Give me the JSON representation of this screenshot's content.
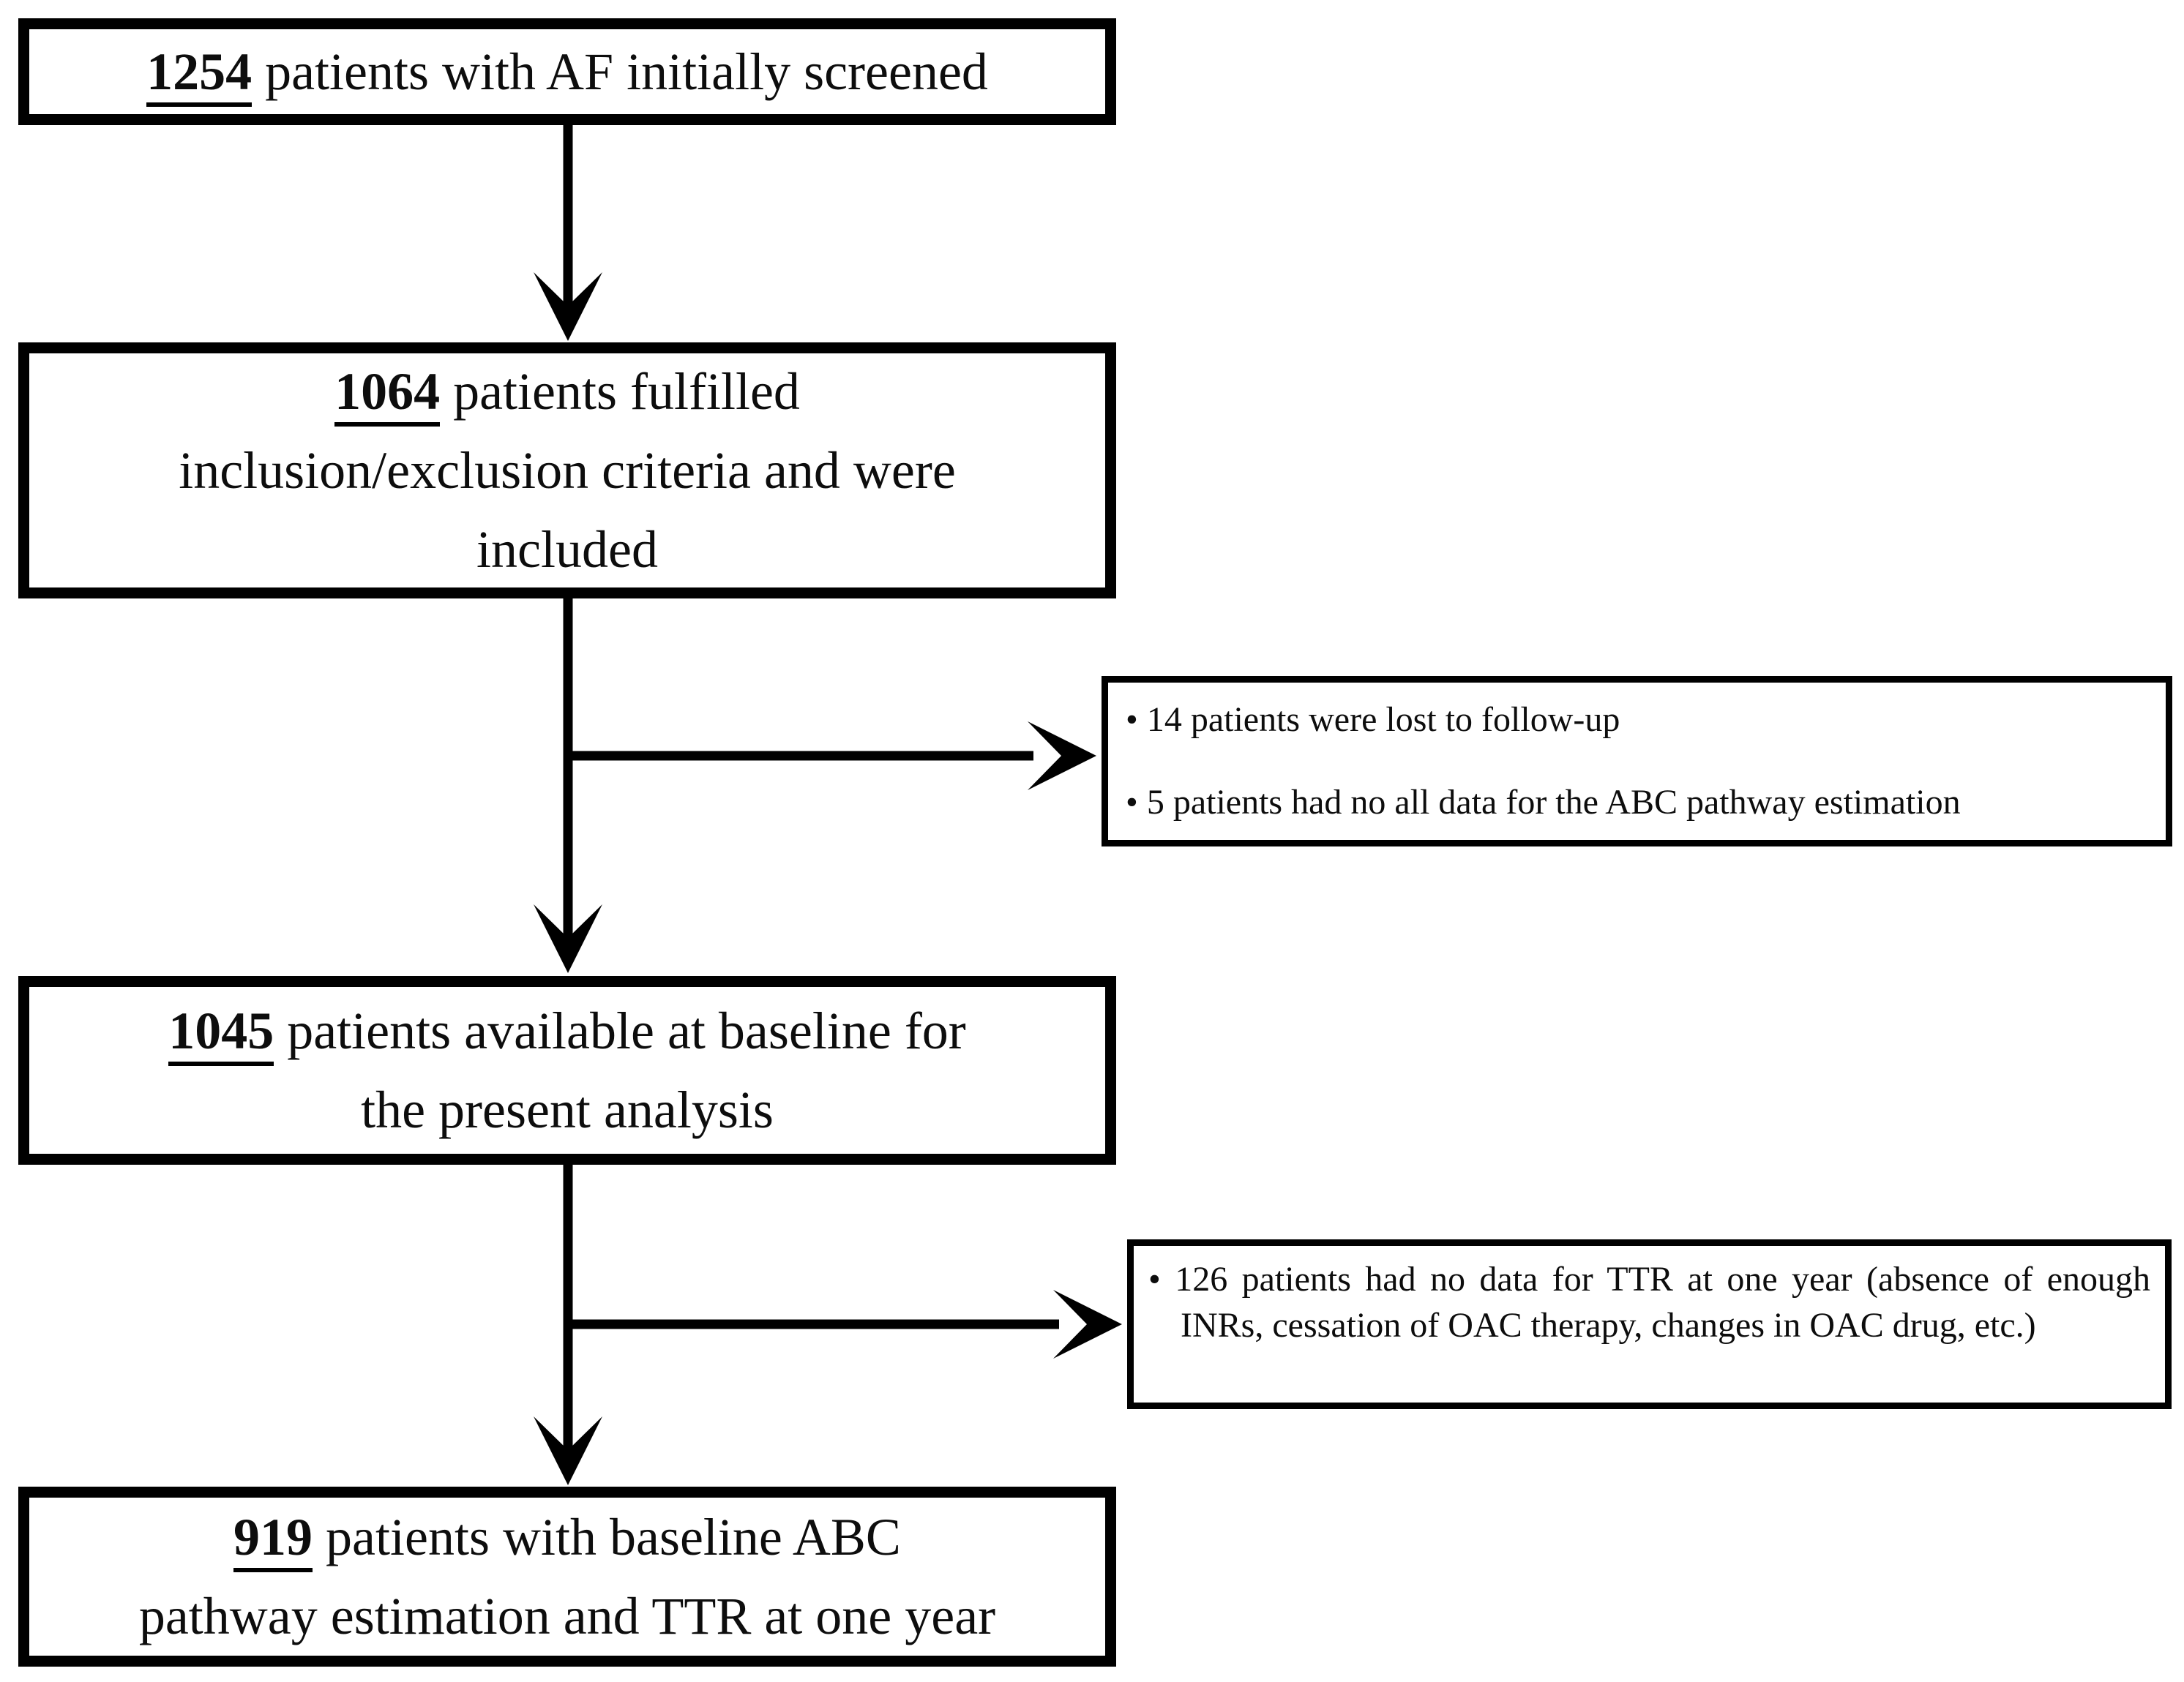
{
  "figure": {
    "background_color": "#ffffff",
    "line_color": "#000000"
  },
  "main_boxes": [
    {
      "number": "1254",
      "lines": [
        " patients with AF initially screened"
      ]
    },
    {
      "number": "1064",
      "lines": [
        " patients fulfilled",
        "inclusion/exclusion criteria and were",
        "included"
      ]
    },
    {
      "number": "1045",
      "lines": [
        " patients available at baseline for",
        "the present analysis"
      ]
    },
    {
      "number": "919",
      "lines": [
        " patients with baseline ABC",
        "pathway estimation and TTR at one year"
      ]
    }
  ],
  "side_boxes": [
    {
      "bullet": "•",
      "items": [
        "14 patients were lost to follow-up",
        "5 patients had no all data for the ABC pathway estimation"
      ]
    },
    {
      "bullet": "•",
      "items": [
        "126 patients had no data for TTR at one year (absence of enough INRs, cessation of OAC therapy, changes in OAC drug, etc.)"
      ]
    }
  ]
}
